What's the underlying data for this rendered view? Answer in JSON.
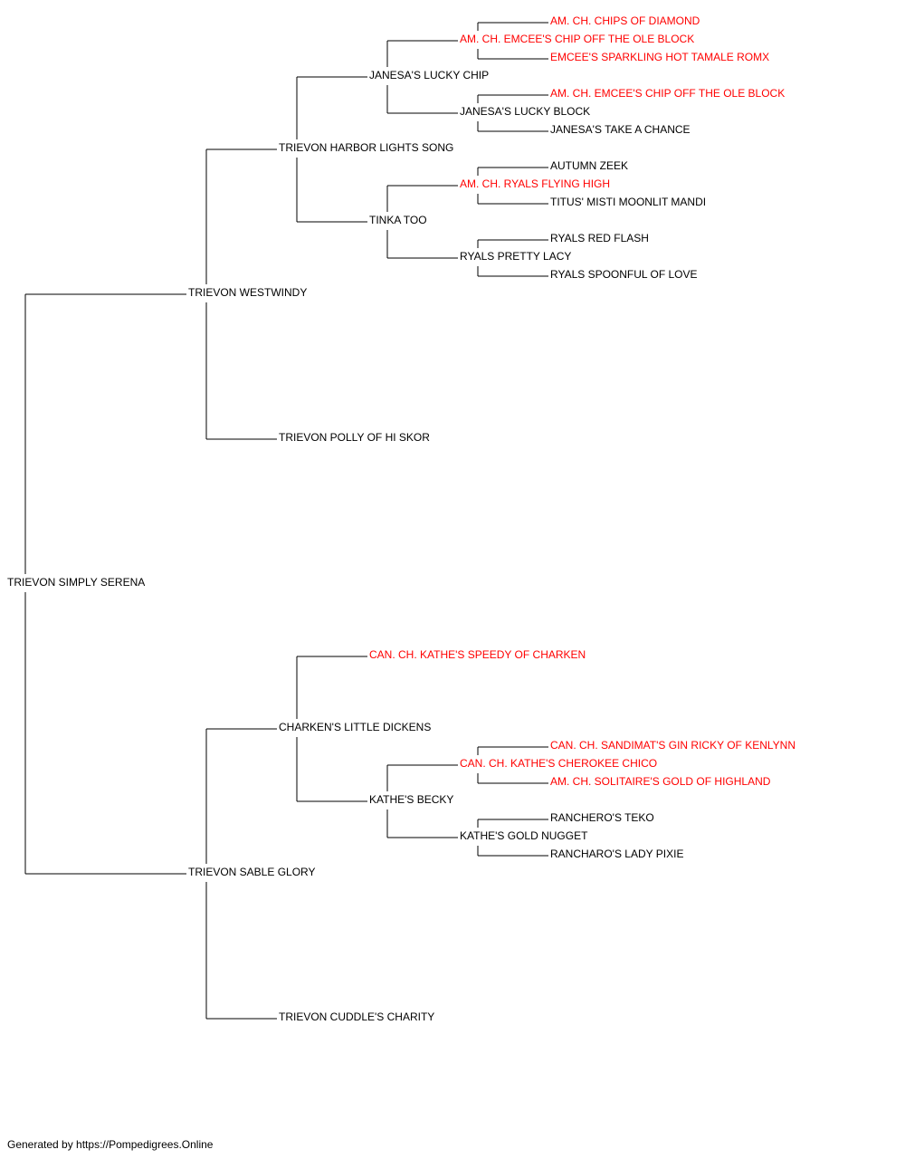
{
  "colors": {
    "normal": "#000000",
    "champion": "#ff0000",
    "line": "#000000"
  },
  "pedigree": {
    "root": {
      "name": "TRIEVON SIMPLY SERENA",
      "champion": false
    },
    "sire": {
      "name": "TRIEVON WESTWINDY",
      "champion": false
    },
    "sire_sire": {
      "name": "TRIEVON HARBOR LIGHTS SONG",
      "champion": false
    },
    "sire_sire_sire": {
      "name": "JANESA'S LUCKY CHIP",
      "champion": false
    },
    "sire_sire_sire_sire": {
      "name": "AM. CH. EMCEE'S CHIP OFF THE OLE BLOCK",
      "champion": true
    },
    "sire_sire_sire_sire_sire": {
      "name": "AM. CH. CHIPS OF DIAMOND",
      "champion": true
    },
    "sire_sire_sire_sire_dam": {
      "name": "EMCEE'S SPARKLING HOT TAMALE ROMX",
      "champion": true
    },
    "sire_sire_sire_dam": {
      "name": "JANESA'S LUCKY BLOCK",
      "champion": false
    },
    "sire_sire_sire_dam_sire": {
      "name": "AM. CH. EMCEE'S CHIP OFF THE OLE BLOCK",
      "champion": true
    },
    "sire_sire_sire_dam_dam": {
      "name": "JANESA'S TAKE A CHANCE",
      "champion": false
    },
    "sire_sire_dam": {
      "name": "TINKA TOO",
      "champion": false
    },
    "sire_sire_dam_sire": {
      "name": "AM. CH. RYALS FLYING HIGH",
      "champion": true
    },
    "sire_sire_dam_sire_sire": {
      "name": "AUTUMN ZEEK",
      "champion": false
    },
    "sire_sire_dam_sire_dam": {
      "name": "TITUS' MISTI MOONLIT MANDI",
      "champion": false
    },
    "sire_sire_dam_dam": {
      "name": "RYALS PRETTY LACY",
      "champion": false
    },
    "sire_sire_dam_dam_sire": {
      "name": "RYALS RED FLASH",
      "champion": false
    },
    "sire_sire_dam_dam_dam": {
      "name": "RYALS SPOONFUL OF LOVE",
      "champion": false
    },
    "sire_dam": {
      "name": "TRIEVON POLLY OF HI SKOR",
      "champion": false
    },
    "dam": {
      "name": "TRIEVON SABLE GLORY",
      "champion": false
    },
    "dam_sire": {
      "name": "CHARKEN'S LITTLE DICKENS",
      "champion": false
    },
    "dam_sire_sire": {
      "name": "CAN. CH. KATHE'S SPEEDY OF CHARKEN",
      "champion": true
    },
    "dam_sire_dam": {
      "name": "KATHE'S BECKY",
      "champion": false
    },
    "dam_sire_dam_sire": {
      "name": "CAN. CH. KATHE'S CHEROKEE CHICO",
      "champion": true
    },
    "dam_sire_dam_sire_sire": {
      "name": "CAN. CH. SANDIMAT'S GIN RICKY OF KENLYNN",
      "champion": true
    },
    "dam_sire_dam_sire_dam": {
      "name": "AM. CH. SOLITAIRE'S GOLD OF HIGHLAND",
      "champion": true
    },
    "dam_sire_dam_dam": {
      "name": "KATHE'S GOLD NUGGET",
      "champion": false
    },
    "dam_sire_dam_dam_sire": {
      "name": "RANCHERO'S TEKO",
      "champion": false
    },
    "dam_sire_dam_dam_dam": {
      "name": "RANCHARO'S LADY PIXIE",
      "champion": false
    },
    "dam_dam": {
      "name": "TRIEVON CUDDLE'S CHARITY",
      "champion": false
    }
  },
  "footer": {
    "text": "Generated by https://Pompedigrees.Online"
  }
}
